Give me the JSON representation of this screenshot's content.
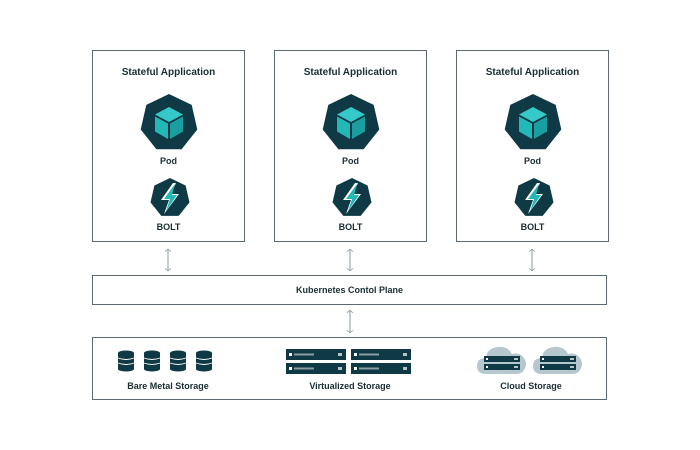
{
  "colors": {
    "dark": "#0f3a45",
    "teal": "#22b8b8",
    "border": "#5a6a70",
    "arrow": "#8a9aa0"
  },
  "applications": [
    {
      "title": "Stateful Application",
      "pod_label": "Pod",
      "bolt_label": "BOLT"
    },
    {
      "title": "Stateful Application",
      "pod_label": "Pod",
      "bolt_label": "BOLT"
    },
    {
      "title": "Stateful Application",
      "pod_label": "Pod",
      "bolt_label": "BOLT"
    }
  ],
  "control_plane": {
    "label": "Kubernetes Contol Plane"
  },
  "storage": {
    "bare_metal": {
      "label": "Bare Metal Storage",
      "icon": "database-icon"
    },
    "virtualized": {
      "label": "Virtualized Storage",
      "icon": "server-rack-icon"
    },
    "cloud": {
      "label": "Cloud Storage",
      "icon": "cloud-server-icon"
    }
  }
}
